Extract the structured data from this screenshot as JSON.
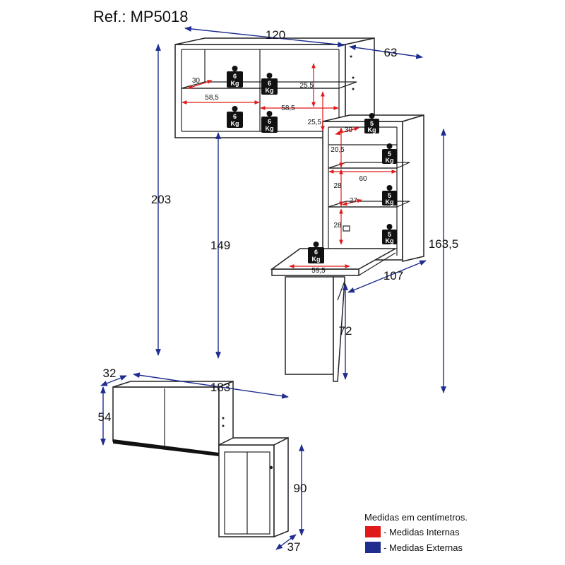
{
  "reference": "Ref.: MP5018",
  "external_dimensions": {
    "upper_width": "120",
    "upper_depth": "63",
    "total_height": "203",
    "upper_bottom_height": "149",
    "side_height": "163,5",
    "desk_depth": "107",
    "desk_height": "72",
    "plan_depth_top": "32",
    "plan_width": "183",
    "plan_height_upper": "54",
    "plan_height_lower": "90",
    "plan_depth_lower": "37"
  },
  "internal_dimensions": {
    "upper_shelf_depth": "30",
    "upper_shelf_width_left": "58,5",
    "upper_shelf_width_right": "58,5",
    "upper_gap_top": "25,5",
    "upper_gap_bottom": "25,5",
    "side_shelf_depth_top": "30",
    "side_gap_1": "20,5",
    "side_shelf_width": "60",
    "side_gap_2": "28",
    "side_shelf_depth_mid": "27",
    "side_gap_3": "28",
    "desk_surface_width": "59,5"
  },
  "weight_labels": {
    "six": "6",
    "five": "5",
    "unit": "Kg"
  },
  "legend": {
    "title": "Medidas em centímetros.",
    "internal": "- Medidas Internas",
    "external": "- Medidas Externas",
    "internal_color": "#e01a1a",
    "external_color": "#1f2d8f"
  }
}
